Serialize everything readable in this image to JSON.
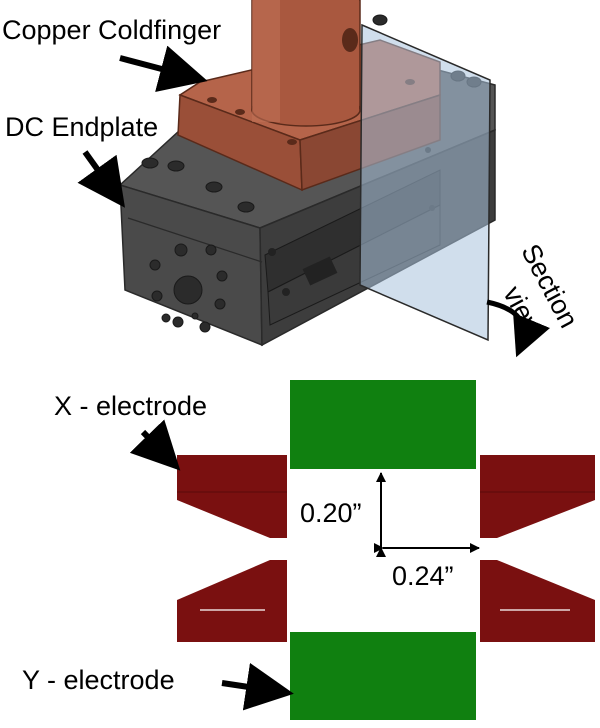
{
  "labels": {
    "copper_coldfinger": "Copper Coldfinger",
    "dc_endplate": "DC Endplate",
    "section": "Section",
    "view": "view",
    "x_electrode": "X - electrode",
    "y_electrode": "Y - electrode",
    "dim_vertical": "0.20”",
    "dim_horizontal": "0.24”"
  },
  "colors": {
    "copper": "#b5644a",
    "copper_dark": "#8a4733",
    "endplate": "#4a4a4a",
    "endplate_dark": "#333333",
    "section_plane": "#a9c3dc",
    "y_electrode": "#108010",
    "x_electrode": "#7a1010"
  }
}
